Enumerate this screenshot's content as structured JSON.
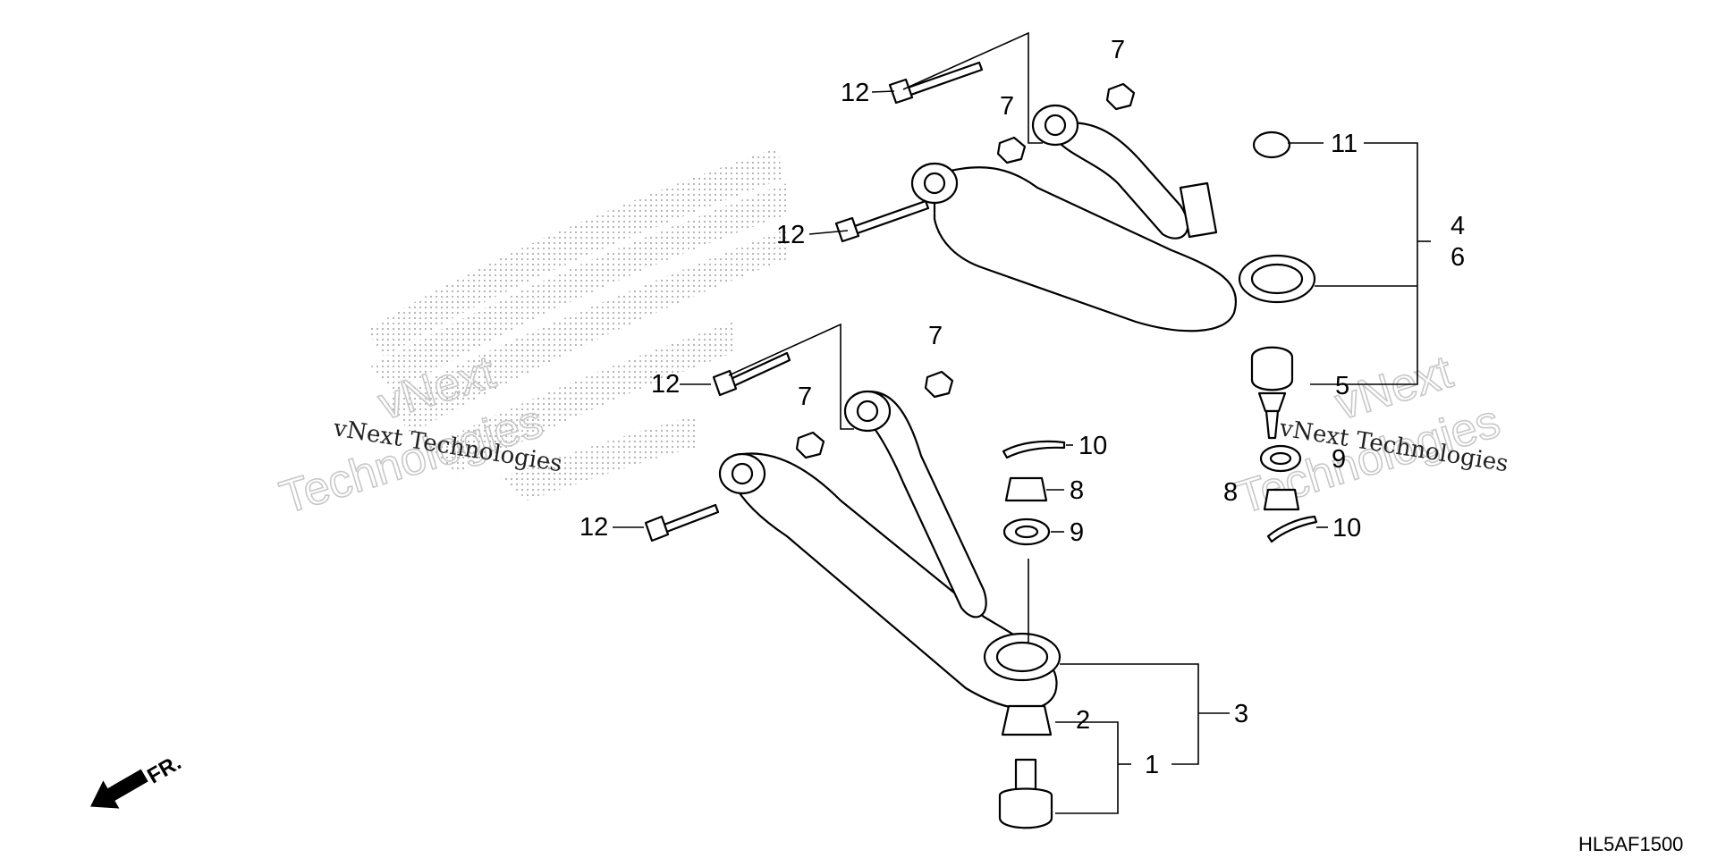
{
  "callouts": {
    "c1": "1",
    "c2": "2",
    "c3": "3",
    "c4": "4",
    "c5": "5",
    "c6": "6",
    "c7a": "7",
    "c7b": "7",
    "c7c": "7",
    "c7d": "7",
    "c8a": "8",
    "c8b": "8",
    "c9a": "9",
    "c9b": "9",
    "c10a": "10",
    "c10b": "10",
    "c11": "11",
    "c12a": "12",
    "c12b": "12",
    "c12c": "12",
    "c12d": "12"
  },
  "direction_label": "FR.",
  "diagram_code": "HL5AF1500",
  "watermark": {
    "line1": "vNext",
    "line2": "Technologies",
    "mono": "vNext Technologies"
  },
  "colors": {
    "ink": "#000000",
    "watermark_outline": "#c8c8c8",
    "logo_dots": "#b0b0b0"
  }
}
